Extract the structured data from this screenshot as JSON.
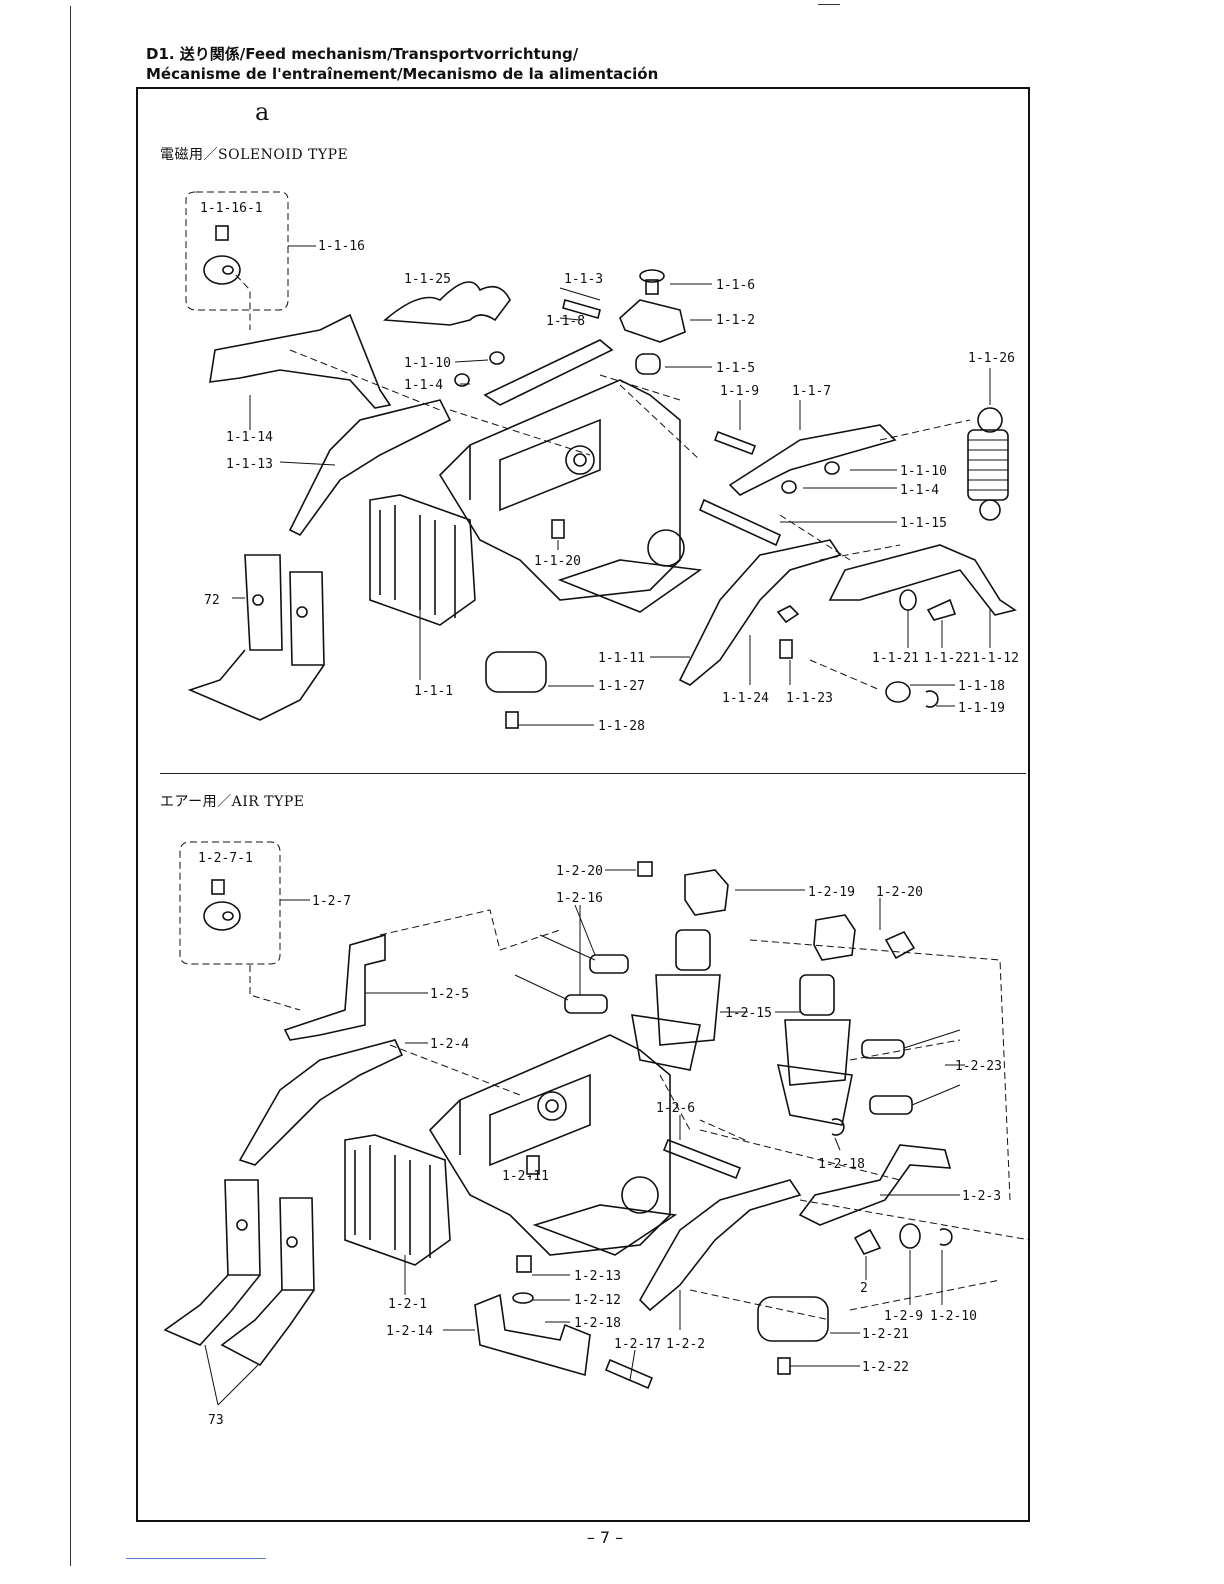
{
  "heading": {
    "line1": "D1. 送り関係/Feed mechanism/Transportvorrichtung/",
    "line2": "Mécanisme de l'entraînement/Mecanismo de la alimentación"
  },
  "sheet_mark": "a",
  "sections": {
    "solenoid_title": "電磁用／SOLENOID TYPE",
    "air_title": "エアー用／AIR TYPE"
  },
  "page_number": "– 7 –",
  "solenoid_labels": [
    "1-1-16-1",
    "1-1-16",
    "1-1-25",
    "1-1-3",
    "1-1-6",
    "1-1-2",
    "1-1-8",
    "1-1-10",
    "1-1-5",
    "1-1-4",
    "1-1-9",
    "1-1-7",
    "1-1-26",
    "1-1-14",
    "1-1-13",
    "1-1-10",
    "1-1-4",
    "1-1-15",
    "1-1-20",
    "72",
    "1-1-11",
    "1-1-21",
    "1-1-22",
    "1-1-12",
    "1-1-27",
    "1-1-24",
    "1-1-23",
    "1-1-18",
    "1-1-19",
    "1-1-1",
    "1-1-28"
  ],
  "air_labels": [
    "1-2-7-1",
    "1-2-7",
    "1-2-20",
    "1-2-16",
    "1-2-19",
    "1-2-20",
    "1-2-5",
    "1-2-15",
    "1-2-4",
    "1-2-23",
    "1-2-6",
    "1-2-18",
    "1-2-11",
    "1-2-3",
    "1-2-13",
    "2",
    "1-2-12",
    "1-2-9",
    "1-2-10",
    "1-2-1",
    "1-2-18",
    "1-2-14",
    "1-2-17",
    "1-2-2",
    "1-2-21",
    "1-2-22",
    "73"
  ]
}
